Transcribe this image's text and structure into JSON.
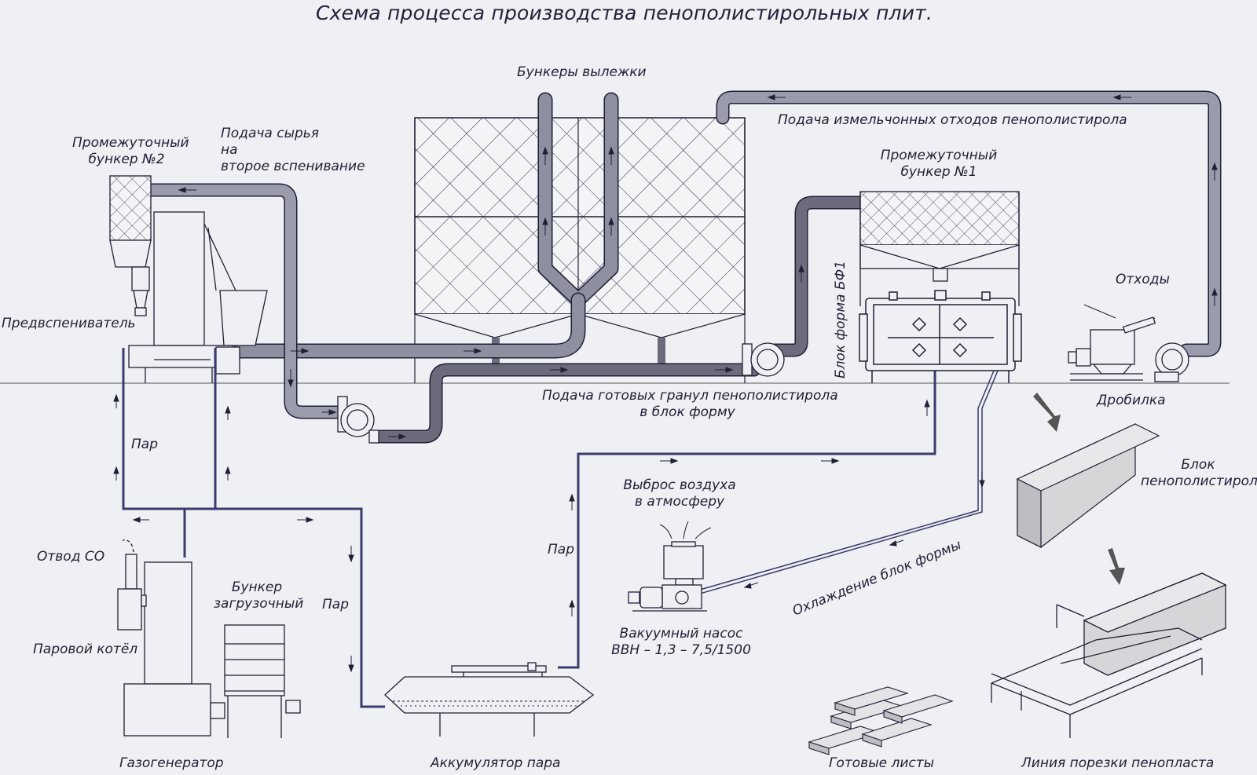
{
  "title": "Схема процесса производства пенополистирольных плит.",
  "labels": {
    "aging_bunkers": "Бункеры вылежки",
    "buffer_bunker_2": [
      "Промежуточный",
      "бункер №2"
    ],
    "raw_feed_second": [
      "Подача сырья",
      "на",
      "второе вспенивание"
    ],
    "crushed_waste_feed": "Подача измельчонных отходов пенополистирола",
    "buffer_bunker_1": [
      "Промежуточный",
      "бункер №1"
    ],
    "pre_expander": "Предвспениватель",
    "block_form": "Блок форма БФ1",
    "waste": "Отходы",
    "crusher": "Дробилка",
    "granule_feed": [
      "Подача готовых гранул пенополистирола",
      "в блок форму"
    ],
    "steam_1": "Пар",
    "steam_2": "Пар",
    "steam_3": "Пар",
    "air_exhaust": [
      "Выброс воздуха",
      "в атмосферу"
    ],
    "foam_block": [
      "Блок",
      "пенополистирола"
    ],
    "co_outlet": "Отвод СО",
    "load_bunker": [
      "Бункер",
      "загрузочный"
    ],
    "steam_boiler": "Паровой котёл",
    "mold_cooling": "Охлаждение блок формы",
    "vacuum_pump": [
      "Вакуумный насос",
      "ВВН – 1,3 – 7,5/1500"
    ],
    "gas_generator": "Газогенератор",
    "steam_accumulator": "Аккумулятор пара",
    "finished_sheets": "Готовые листы",
    "cutting_line": "Линия порезки пенопласта"
  },
  "colors": {
    "background": "#eef0f3",
    "line": "#1f1f36",
    "pipe": "#8e8f9f",
    "pipe_dark": "#6b6b7c",
    "steam_line": "#3b3b6e",
    "block": "#d6d6d8"
  }
}
